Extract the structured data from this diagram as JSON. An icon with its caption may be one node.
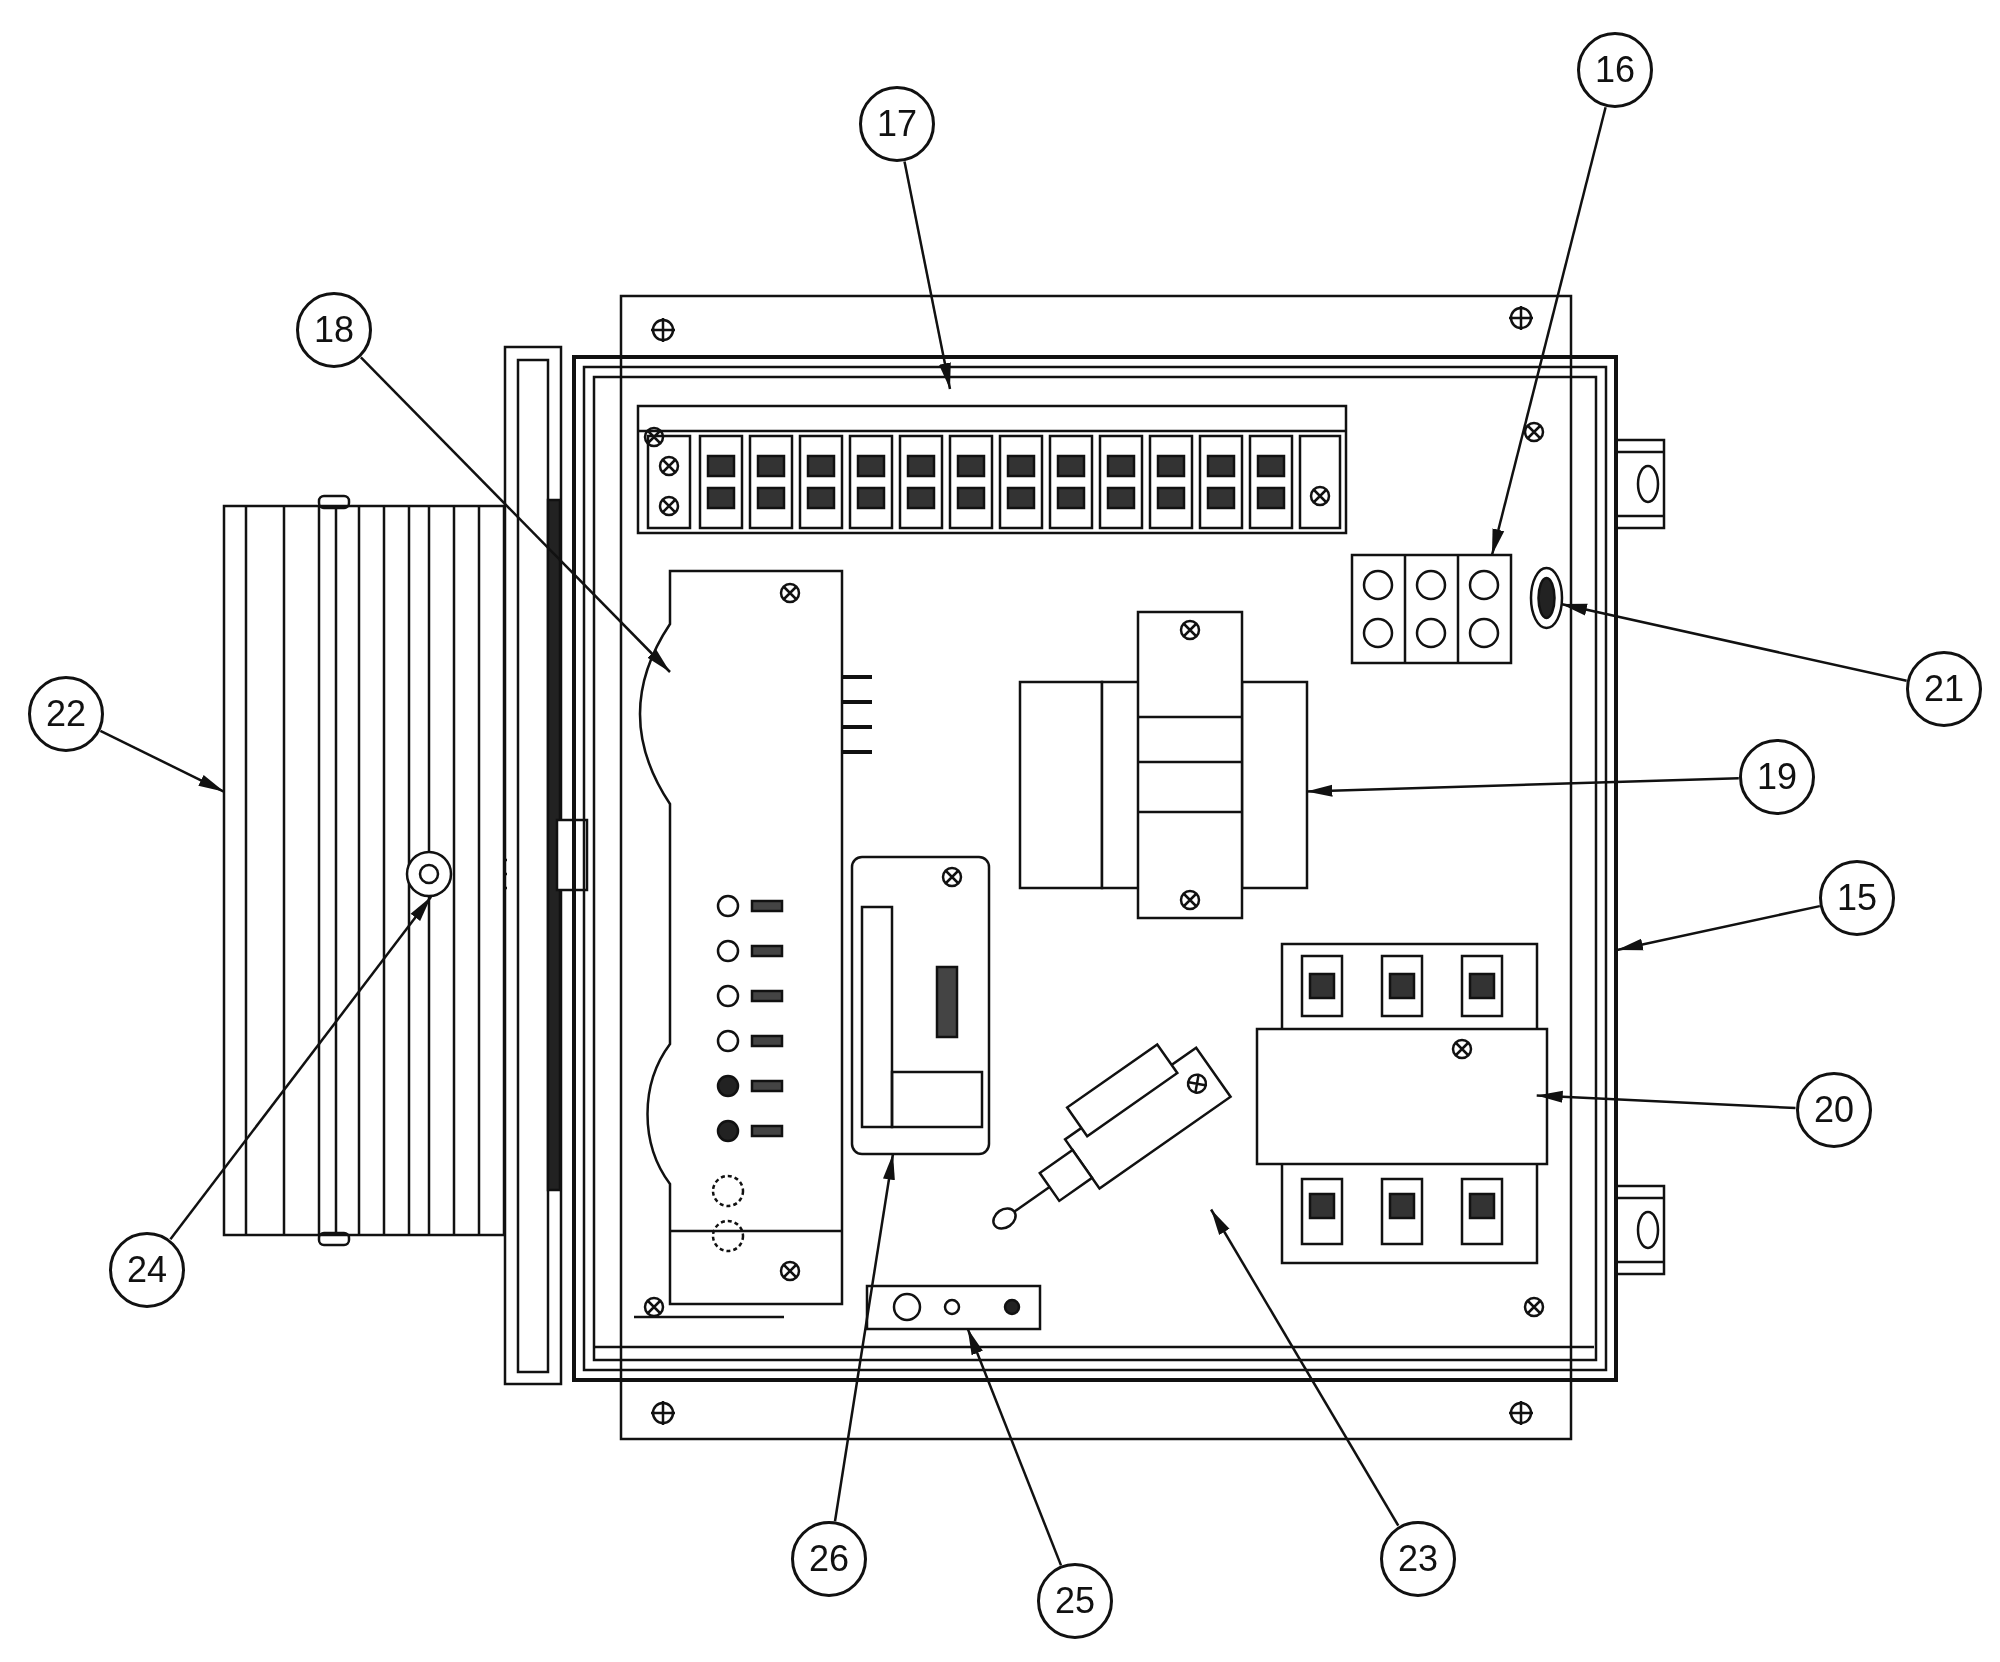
{
  "diagram": {
    "nodes": [
      {
        "text": [
          "17"
        ]
      },
      {
        "text": [
          "16"
        ]
      },
      {
        "text": [
          "18"
        ]
      },
      {
        "text": [
          "22"
        ]
      },
      {
        "text": [
          "21"
        ]
      },
      {
        "text": [
          "19"
        ]
      },
      {
        "text": [
          "15"
        ]
      },
      {
        "text": [
          "20"
        ]
      },
      {
        "text": [
          "24"
        ]
      },
      {
        "text": [
          "26"
        ]
      },
      {
        "text": [
          "25"
        ]
      },
      {
        "text": [
          "23"
        ]
      },
      {
        "text": [],
        "shape": "box"
      },
      {
        "text": [],
        "shape": "box",
        "in": 12
      },
      {
        "text": [],
        "shape": "box",
        "in": 12
      },
      {
        "text": [],
        "shape": "circle",
        "in": 12
      },
      {
        "text": [],
        "shape": "box",
        "in": 12
      },
      {
        "text": [],
        "shape": "box",
        "in": 12
      },
      {
        "text": [],
        "shape": "box",
        "in": 12
      },
      {
        "text": [],
        "shape": "box",
        "in": 12
      },
      {
        "text": [],
        "shape": "box",
        "in": 12
      },
      {
        "text": [],
        "shape": "box",
        "in": 12
      },
      {
        "text": [],
        "shape": "box"
      },
      {
        "text": [],
        "shape": "circle",
        "in": 22
      }
    ],
    "edges": [
      {
        "from": 0,
        "to": 13,
        "arrow": "to"
      },
      {
        "from": 1,
        "to": 14,
        "arrow": "to"
      },
      {
        "from": 2,
        "to": 16,
        "arrow": "to"
      },
      {
        "from": 3,
        "to": 22,
        "arrow": "to"
      },
      {
        "from": 4,
        "to": 15,
        "arrow": "to"
      },
      {
        "from": 5,
        "to": 17,
        "arrow": "to"
      },
      {
        "from": 6,
        "to": 12,
        "arrow": "to"
      },
      {
        "from": 7,
        "to": 19,
        "arrow": "to"
      },
      {
        "from": 8,
        "to": 23,
        "arrow": "to"
      },
      {
        "from": 9,
        "to": 18,
        "arrow": "to"
      },
      {
        "from": 10,
        "to": 21,
        "arrow": "to"
      },
      {
        "from": 11,
        "to": 20,
        "arrow": "to"
      }
    ]
  }
}
